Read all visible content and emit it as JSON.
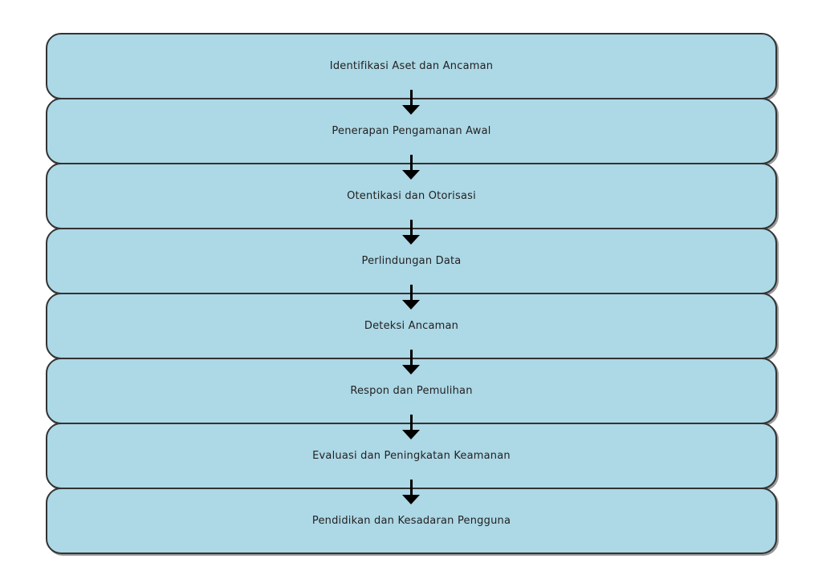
{
  "diagram": {
    "type": "flowchart",
    "direction": "top-down",
    "steps": [
      "Identifikasi Aset dan Ancaman",
      "Penerapan Pengamanan Awal",
      "Otentikasi dan Otorisasi",
      "Perlindungan Data",
      "Deteksi Ancaman",
      "Respon dan Pemulihan",
      "Evaluasi dan Peningkatan Keamanan",
      "Pendidikan dan Kesadaran Pengguna"
    ],
    "connector": "arrow-down",
    "colors": {
      "background": "#FFFFFF",
      "node_fill": "#ADD8E6",
      "node_border": "#333333",
      "node_shadow": "#999999",
      "arrow": "#000000",
      "text": "#222222"
    }
  }
}
